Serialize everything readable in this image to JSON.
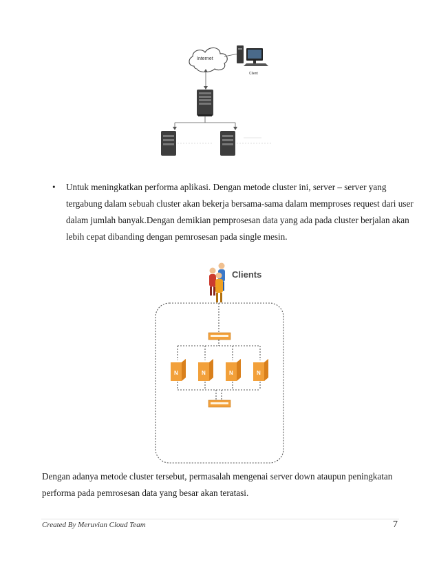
{
  "figure1": {
    "internet_label": "Internet",
    "client_label": "Client"
  },
  "bullet": {
    "marker": "•",
    "lines": [
      "Untuk meningkatkan performa aplikasi. Dengan metode cluster ini, server – server yang",
      "tergabung dalam sebuah cluster akan bekerja bersama-sama dalam memproses request dari user",
      "dalam jumlah banyak.Dengan demikian pemprosesan data yang ada pada cluster berjalan akan",
      "lebih cepat dibanding dengan pemrosesan pada single mesin."
    ]
  },
  "figure2": {
    "clients_label": "Clients",
    "node_letter": "N"
  },
  "conclusion": {
    "lines": [
      "Dengan adanya metode cluster tersebut, permasalah mengenai server down ataupun peningkatan",
      "performa pada pemrosesan data yang besar akan teratasi."
    ]
  },
  "footer": {
    "text": "Created By Meruvian Cloud Team",
    "page_number": "7"
  }
}
